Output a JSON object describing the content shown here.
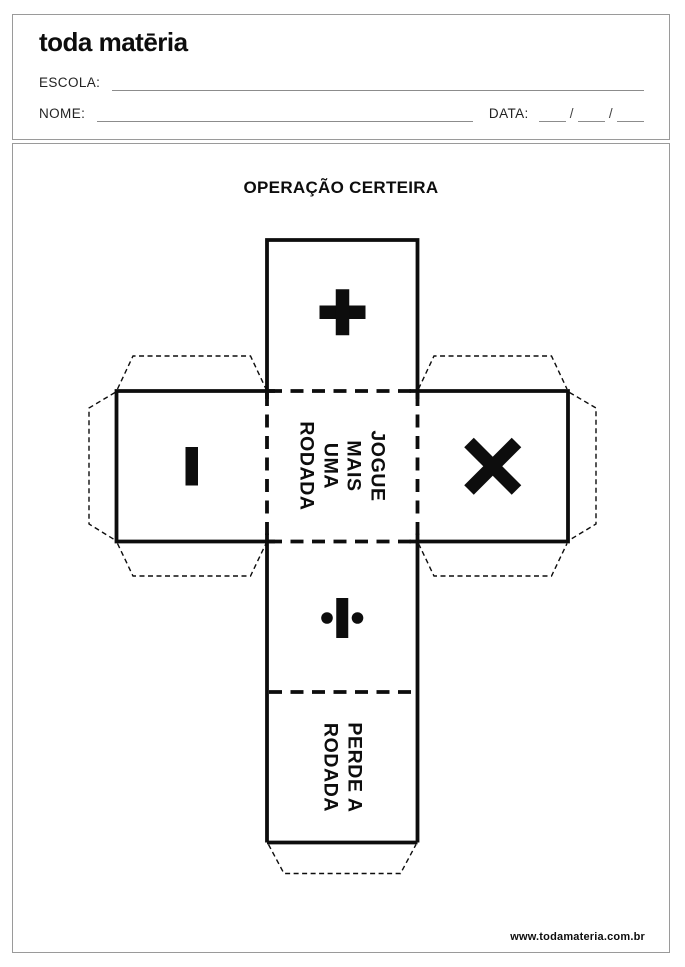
{
  "header": {
    "logo": "toda matēria",
    "school_label": "ESCOLA:",
    "name_label": "NOME:",
    "date_label": "DATA:",
    "date_separator": "/"
  },
  "worksheet": {
    "title": "OPERAÇÃO CERTEIRA",
    "footer_url": "www.todamateria.com.br"
  },
  "cube": {
    "faces": {
      "top": {
        "icon": "plus-icon",
        "glyph": "+"
      },
      "left": {
        "icon": "minus-icon",
        "glyph": "−"
      },
      "right": {
        "icon": "multiply-icon",
        "glyph": "×"
      },
      "divide": {
        "icon": "divide-icon",
        "glyph": "÷"
      },
      "center": {
        "lines": [
          "JOGUE",
          "MAIS",
          "UMA",
          "RODADA"
        ]
      },
      "bottom": {
        "lines": [
          "PERDE A",
          "RODADA"
        ]
      }
    }
  },
  "colors": {
    "ink": "#0d0d0d",
    "field_line_gray": "#8c8c8c",
    "box_border_gray": "#9a9a9a"
  }
}
